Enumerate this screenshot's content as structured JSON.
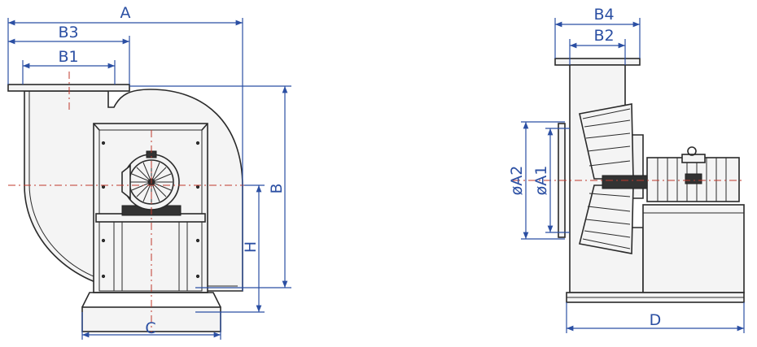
{
  "colors": {
    "outline": "#2a2a2a",
    "dimension": "#2b4fa3",
    "centerline": "#c0392b"
  },
  "front_view": {
    "labels": {
      "A": "A",
      "B3": "B3",
      "B1": "B1",
      "B": "B",
      "H": "H",
      "C": "C"
    }
  },
  "side_view": {
    "labels": {
      "B4": "B4",
      "B2": "B2",
      "A2": "øA2",
      "A1": "øA1",
      "D": "D"
    }
  }
}
